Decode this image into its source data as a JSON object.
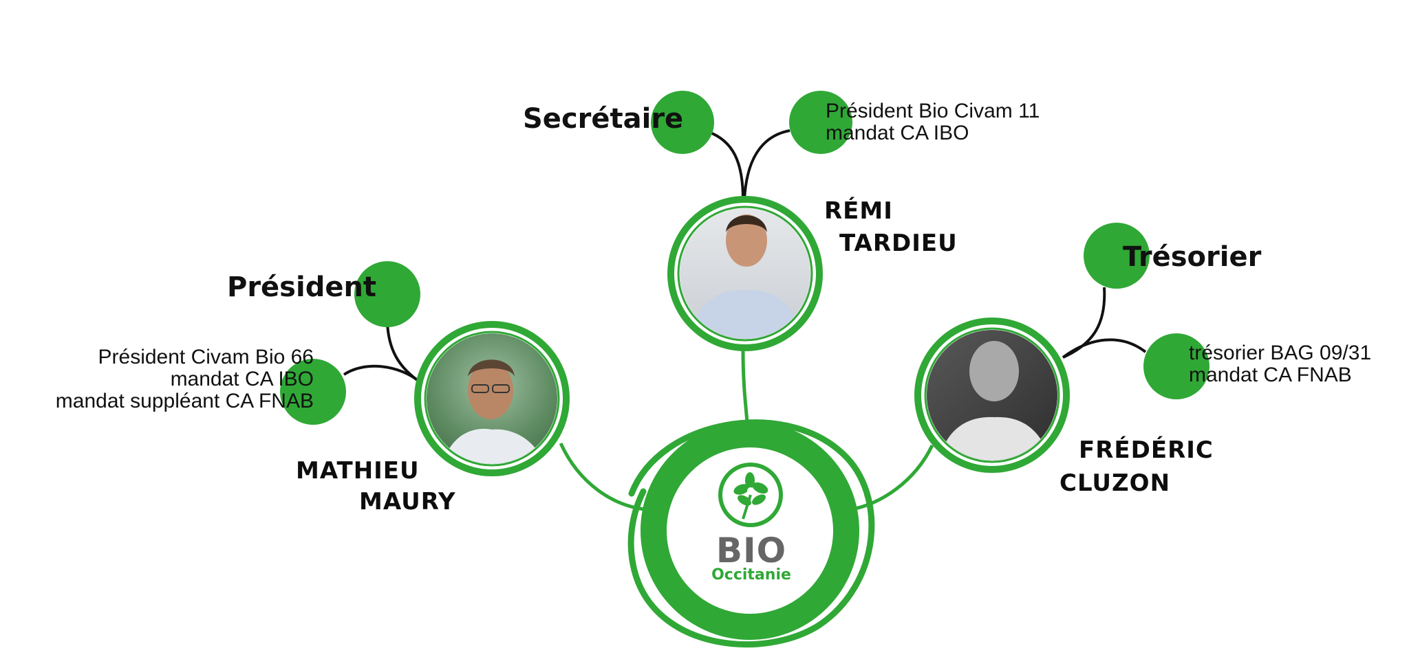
{
  "colors": {
    "accent": "#30a836",
    "line": "#111111"
  },
  "members": [
    {
      "role": "Président",
      "name_line1": "MATHIEU",
      "name_line2": "MAURY",
      "info": [
        "Président Civam Bio 66",
        "mandat CA  IBO",
        "mandat suppléant CA FNAB"
      ]
    },
    {
      "role": "Secrétaire",
      "name_line1": "RÉMI",
      "name_line2": "TARDIEU",
      "info": [
        "Président Bio Civam 11",
        "mandat CA IBO"
      ]
    },
    {
      "role": "Trésorier",
      "name_line1": "FRÉDÉRIC",
      "name_line2": "CLUZON",
      "info": [
        "trésorier BAG 09/31",
        "mandat CA FNAB"
      ]
    }
  ],
  "logo": {
    "line1": "BIO",
    "line2": "Occitanie"
  }
}
